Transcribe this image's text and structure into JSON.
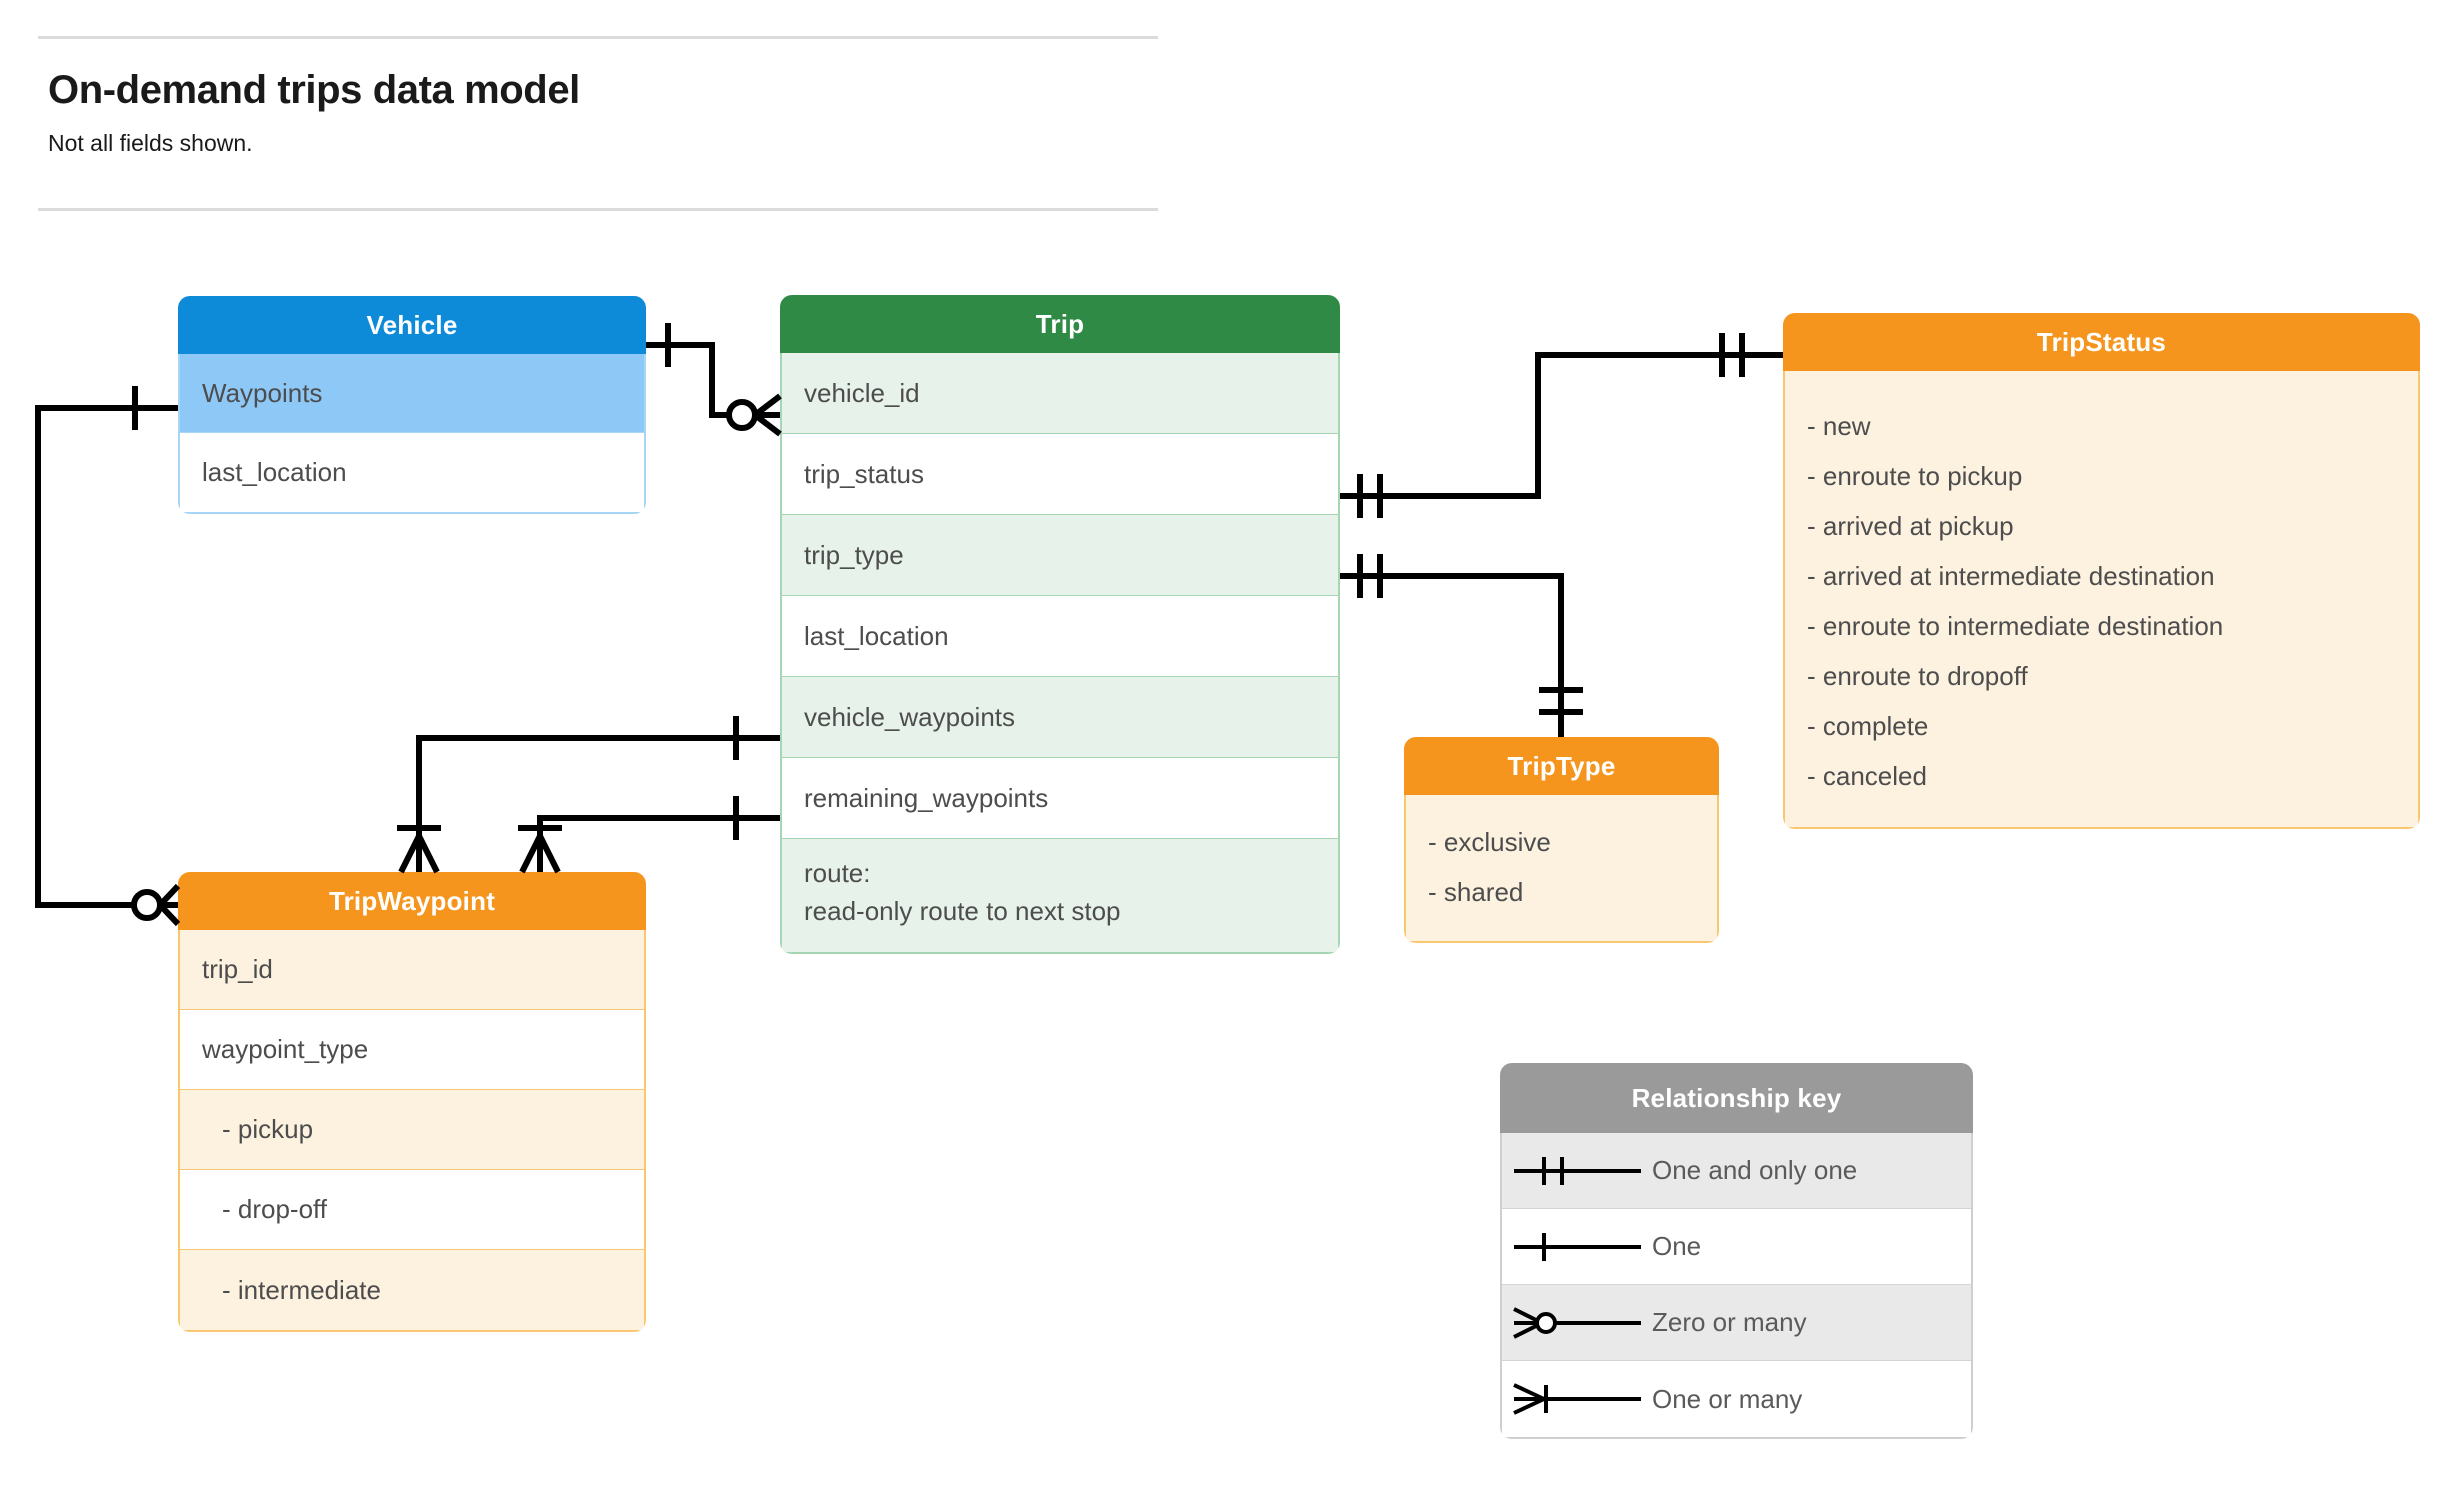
{
  "header": {
    "title": "On-demand trips data model",
    "subtitle": "Not all fields shown."
  },
  "entities": {
    "vehicle": {
      "name": "Vehicle",
      "header_color": "#0d8bd9",
      "rows": [
        {
          "label": "Waypoints"
        },
        {
          "label": "last_location"
        }
      ]
    },
    "trip": {
      "name": "Trip",
      "header_color": "#2f8a46",
      "rows": [
        {
          "label": "vehicle_id"
        },
        {
          "label": "trip_status"
        },
        {
          "label": "trip_type"
        },
        {
          "label": "last_location"
        },
        {
          "label": "vehicle_waypoints"
        },
        {
          "label": "remaining_waypoints"
        }
      ],
      "route_line1": "route:",
      "route_line2": "read-only route to next stop"
    },
    "tripwaypoint": {
      "name": "TripWaypoint",
      "header_color": "#f5951e",
      "rows": [
        {
          "label": "trip_id"
        },
        {
          "label": "waypoint_type"
        },
        {
          "label": "-  pickup"
        },
        {
          "label": "-  drop-off"
        },
        {
          "label": "-  intermediate"
        }
      ]
    },
    "tripstatus": {
      "name": "TripStatus",
      "header_color": "#f5951e",
      "rows": [
        {
          "label": "- new"
        },
        {
          "label": "- enroute to pickup"
        },
        {
          "label": "- arrived at pickup"
        },
        {
          "label": "- arrived at intermediate destination"
        },
        {
          "label": "- enroute to intermediate destination"
        },
        {
          "label": "- enroute to dropoff"
        },
        {
          "label": "- complete"
        },
        {
          "label": "- canceled"
        }
      ]
    },
    "triptype": {
      "name": "TripType",
      "header_color": "#f5951e",
      "rows": [
        {
          "label": "- exclusive"
        },
        {
          "label": "- shared"
        }
      ]
    }
  },
  "legend": {
    "title": "Relationship key",
    "items": [
      {
        "symbol": "one-and-only-one",
        "label": "One and only one"
      },
      {
        "symbol": "one",
        "label": "One"
      },
      {
        "symbol": "zero-or-many",
        "label": "Zero or many"
      },
      {
        "symbol": "one-or-many",
        "label": "One or many"
      }
    ]
  },
  "relationships": [
    {
      "from": "Vehicle",
      "from_cardinality": "one",
      "to": "Trip.vehicle_id",
      "to_cardinality": "zero or many"
    },
    {
      "from": "Vehicle.Waypoints",
      "from_cardinality": "one",
      "to": "TripWaypoint",
      "to_cardinality": "zero or many"
    },
    {
      "from": "Trip.trip_status",
      "from_cardinality": "one and only one",
      "to": "TripStatus",
      "to_cardinality": "one and only one"
    },
    {
      "from": "Trip.trip_type",
      "from_cardinality": "one and only one",
      "to": "TripType",
      "to_cardinality": "one and only one"
    },
    {
      "from": "Trip.vehicle_waypoints",
      "from_cardinality": "one",
      "to": "TripWaypoint",
      "to_cardinality": "one or many"
    },
    {
      "from": "Trip.remaining_waypoints",
      "from_cardinality": "one",
      "to": "TripWaypoint",
      "to_cardinality": "one or many"
    }
  ]
}
